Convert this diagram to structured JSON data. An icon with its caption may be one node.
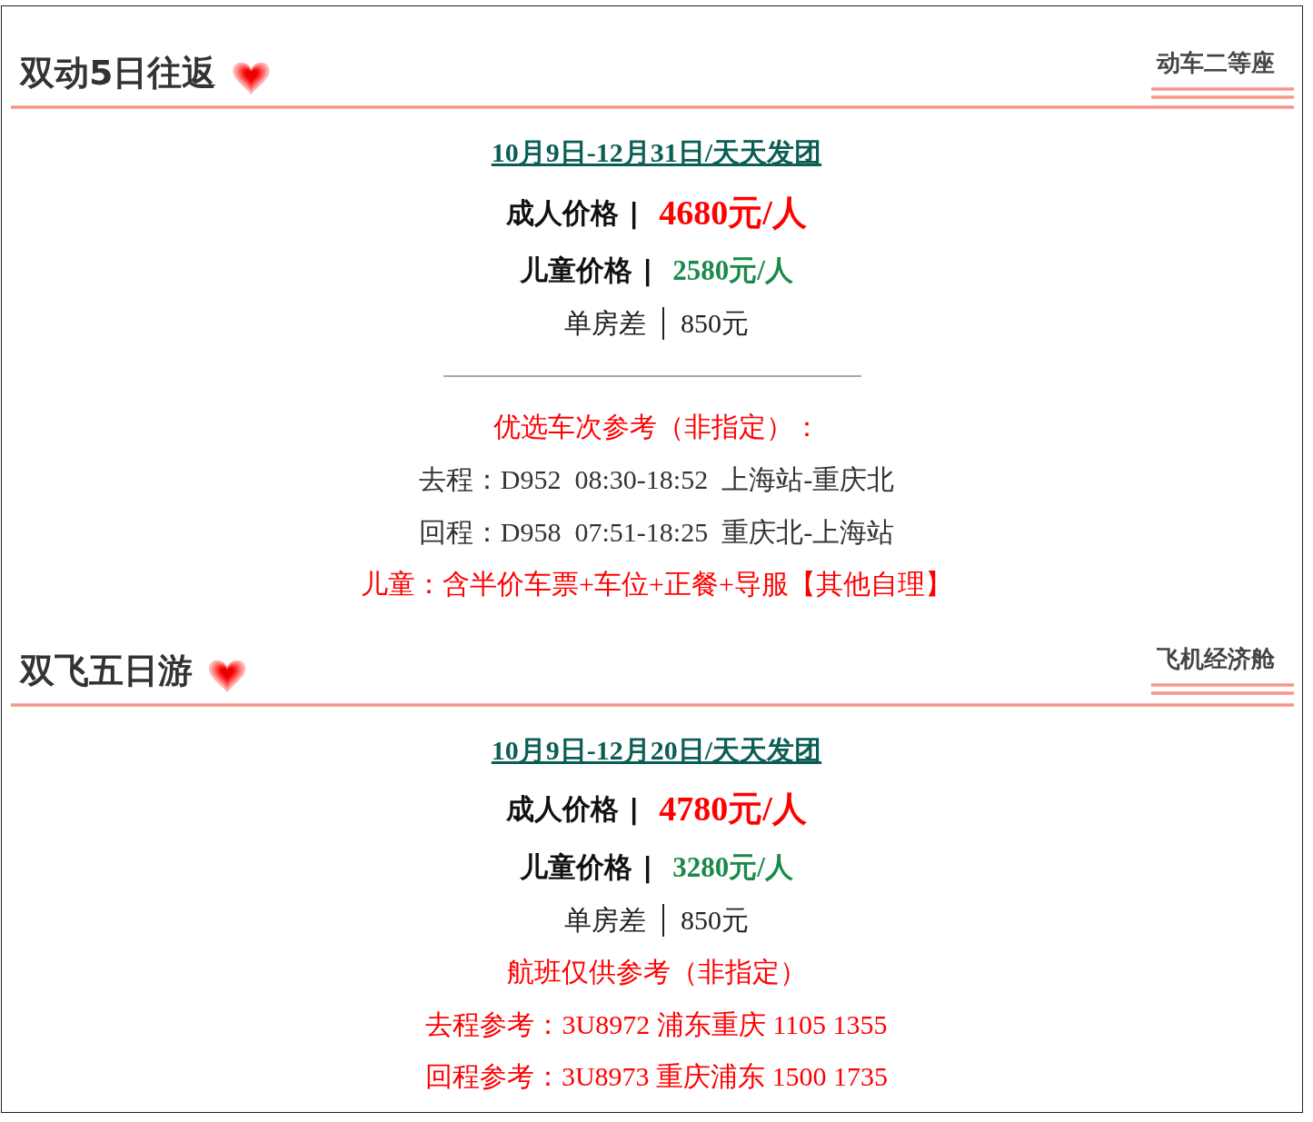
{
  "diagram": {
    "labels": [
      "双动5日往返",
      "动车二等座",
      "10月9日-12月31日/天天发团",
      "成人价格 |",
      "4680元/人",
      "儿童价格 |",
      "2580元/人",
      "单房差",
      "850元",
      "优选车次参考（非指定）：",
      "去程：D952  08:30-18:52  上海站-重庆北",
      "回程：D958  07:51-18:25  重庆北-上海站",
      "儿童：含半价车票+车位+正餐+导服【其他自理】",
      "双飞五日游",
      "飞机经济舱",
      "10月9日-12月20日/天天发团",
      "成人价格 |",
      "4780元/人",
      "儿童价格 |",
      "3280元/人",
      "单房差",
      "850元",
      "航班仅供参考（非指定）",
      "去程参考：3U8972 浦东重庆 1105 1355",
      "回程参考：3U8973 重庆浦东 1500 1735"
    ]
  }
}
